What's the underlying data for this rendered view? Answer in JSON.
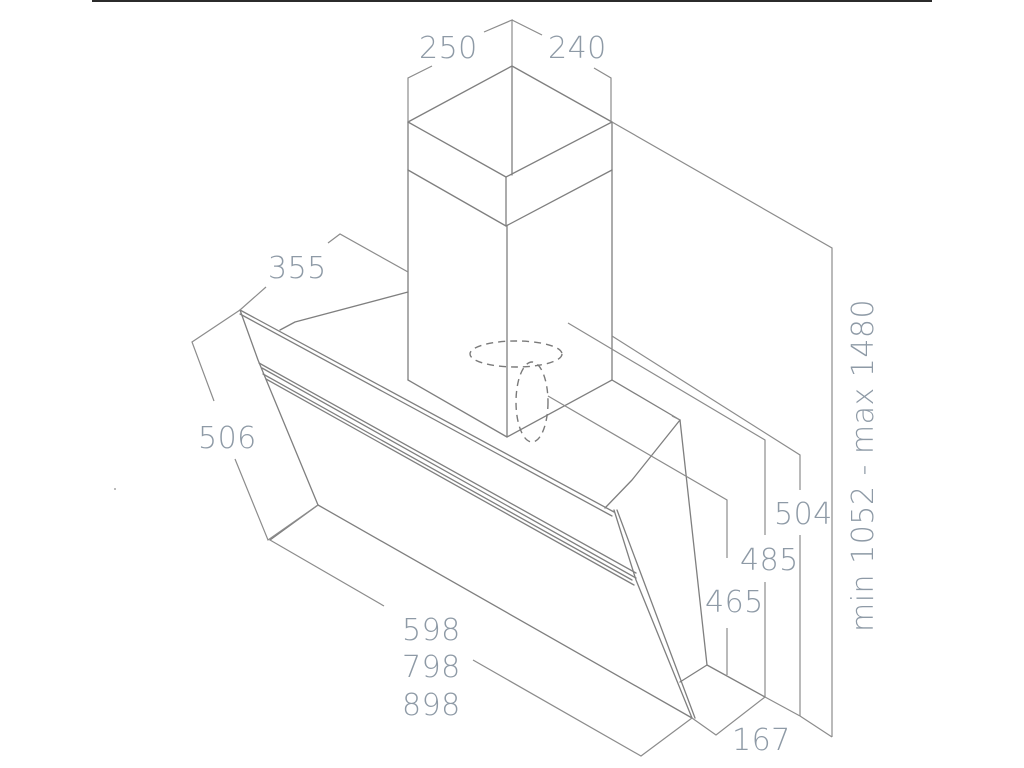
{
  "diagram": {
    "subject": "angled wall-mounted chimney cooker hood, isometric dimension drawing",
    "line_color": "#7f7f7f",
    "label_color": "#8e9aa6",
    "top_rule_color": "#2b2b2b",
    "dimensions": {
      "chimney_width": "250",
      "chimney_depth": "240",
      "hood_top_depth": "355",
      "glass_height": "506",
      "widths": [
        "598",
        "798",
        "898"
      ],
      "depth_bottom": "167",
      "height_465": "465",
      "height_485": "485",
      "height_504": "504",
      "total_height": "min 1052 - max 1480"
    }
  }
}
